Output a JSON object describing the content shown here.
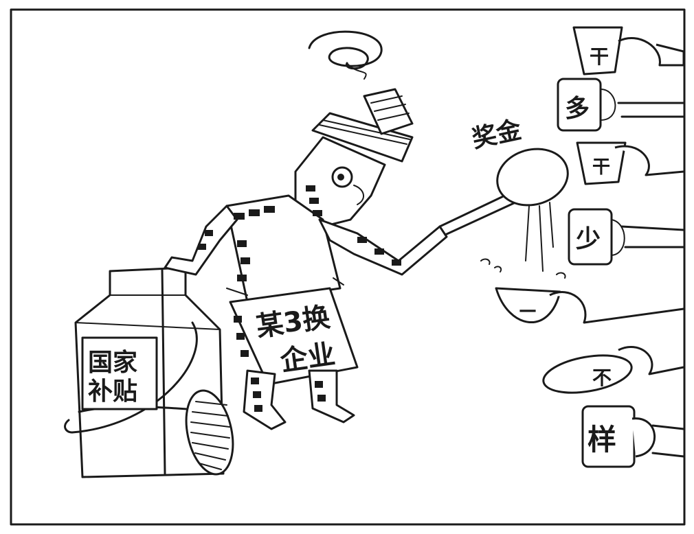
{
  "cartoon": {
    "vat_label_line1": "国家",
    "vat_label_line2": "补贴",
    "apron_label_line1": "某3换",
    "apron_label_line2": "企业",
    "ladle_label": "奖金",
    "bowl_labels": [
      "干",
      "多",
      "干",
      "少",
      "—",
      "不",
      "样"
    ]
  },
  "colors": {
    "ink": "#1a1a1a",
    "paper": "#ffffff"
  }
}
